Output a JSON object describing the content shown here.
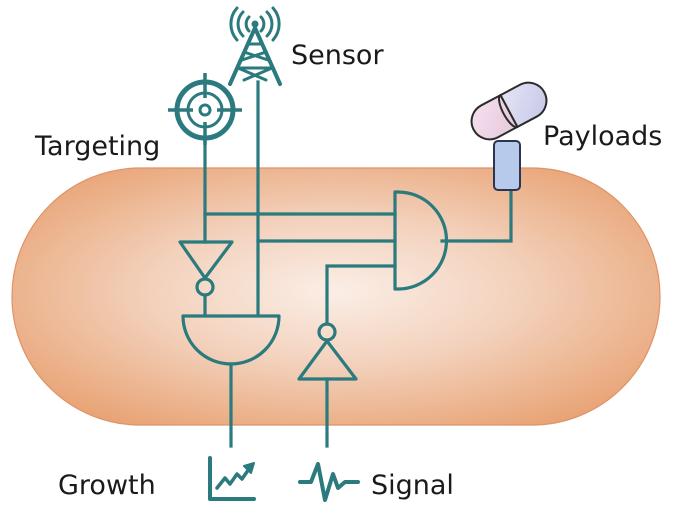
{
  "diagram": {
    "type": "genetic-logic-circuit",
    "container": "bacterial-cell",
    "labels": {
      "sensor": "Sensor",
      "targeting": "Targeting",
      "payloads": "Payloads",
      "growth": "Growth",
      "signal": "Signal"
    },
    "icons": {
      "sensor": "antenna-tower-icon",
      "targeting": "crosshair-target-icon",
      "payloads": "capsule-pill-icon",
      "payload_receptor": "rounded-rectangle-port",
      "growth": "line-chart-upward-icon",
      "signal": "waveform-pulse-icon"
    },
    "gates": [
      {
        "id": "not-targeting",
        "type": "NOT",
        "input": "Targeting"
      },
      {
        "id": "and-growth",
        "type": "AND",
        "inputs": [
          "NOT Targeting",
          "Sensor"
        ],
        "output": "Growth"
      },
      {
        "id": "not-signal",
        "type": "NOT",
        "input": "Signal"
      },
      {
        "id": "and-payload",
        "type": "AND",
        "inputs": [
          "Targeting",
          "Sensor",
          "NOT Signal"
        ],
        "output": "Payloads"
      }
    ],
    "colors": {
      "wire": "#2a7a7e",
      "cell_edge": "#e9a57a",
      "cell_center": "#fbece4",
      "label_text": "#1a1a1a",
      "pill_left": "#f0d8ea",
      "pill_right": "#d4d4ee",
      "receptor": "#b7c9ea"
    }
  }
}
